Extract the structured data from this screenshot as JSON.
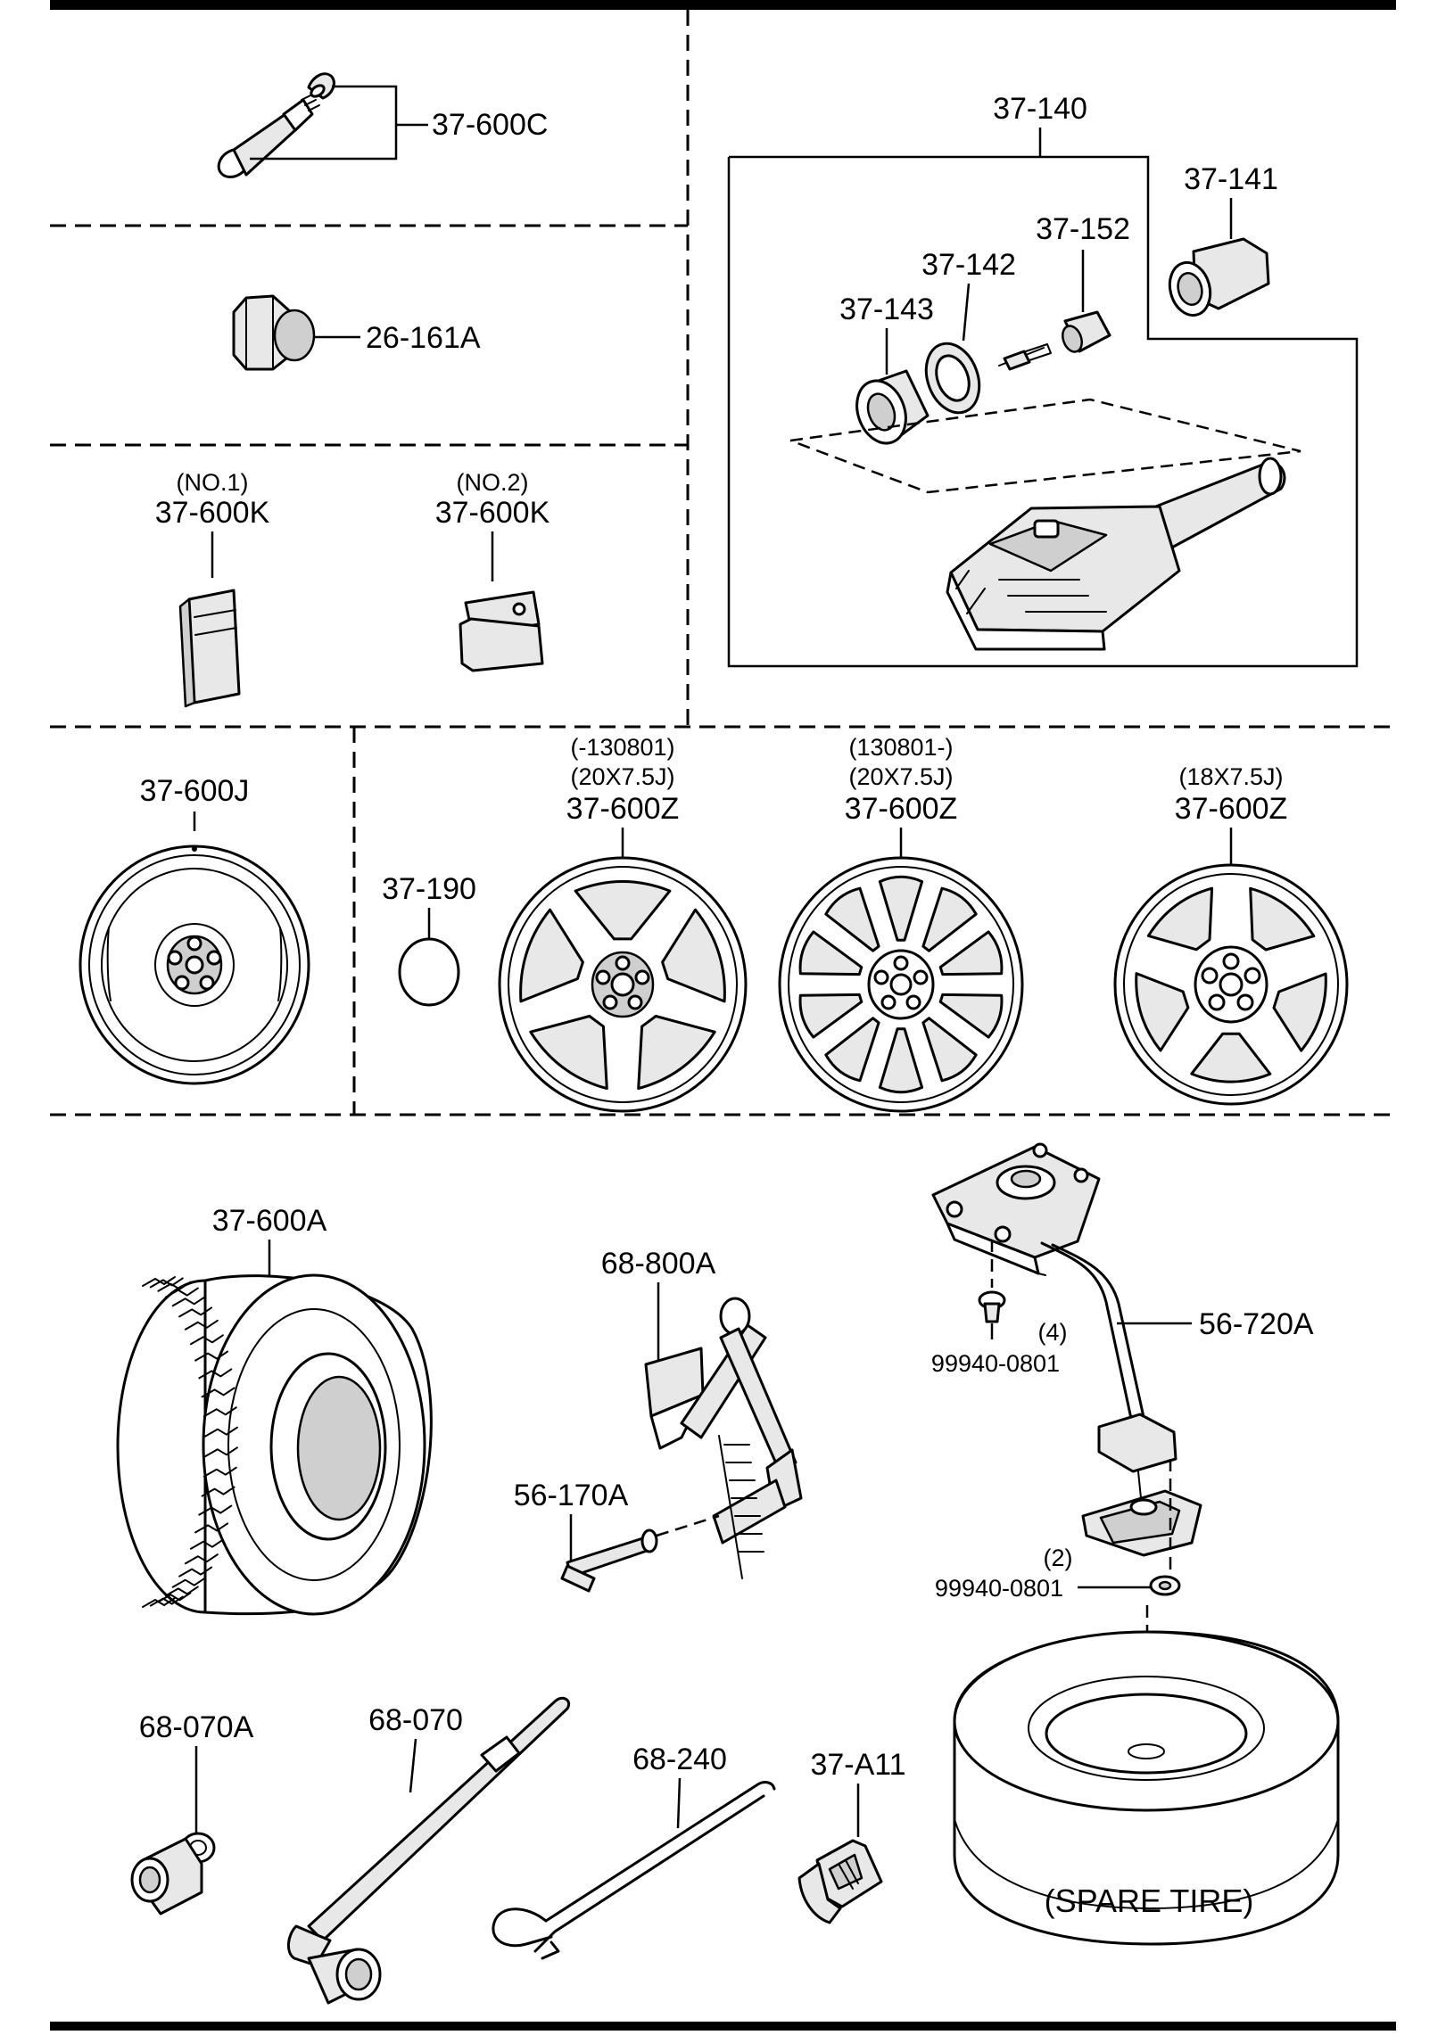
{
  "diagram": {
    "parts": {
      "valve_stem": "37-600C",
      "lug_nut": "26-161A",
      "weight_1_note": "(NO.1)",
      "weight_1": "37-600K",
      "weight_2_note": "(NO.2)",
      "weight_2": "37-600K",
      "tpms_assy": "37-140",
      "tpms_nut": "37-141",
      "tpms_washer": "37-142",
      "tpms_grommet": "37-143",
      "tpms_cap": "37-152",
      "steel_wheel": "37-600J",
      "ornament": "37-190",
      "wheel_a_date": "(-130801)",
      "wheel_a_size": "(20X7.5J)",
      "wheel_a": "37-600Z",
      "wheel_b_date": "(130801-)",
      "wheel_b_size": "(20X7.5J)",
      "wheel_b": "37-600Z",
      "wheel_c_size": "(18X7.5J)",
      "wheel_c": "37-600Z",
      "tire": "37-600A",
      "jack": "68-800A",
      "jack_handle": "56-170A",
      "carrier": "56-720A",
      "bolt_upper_qty": "(4)",
      "bolt_upper": "99940-0801",
      "bolt_lower_qty": "(2)",
      "bolt_lower": "99940-0801",
      "socket": "68-070A",
      "lug_wrench": "68-070",
      "bar": "68-240",
      "hook": "37-A11",
      "spare_tire": "(SPARE TIRE)"
    }
  }
}
